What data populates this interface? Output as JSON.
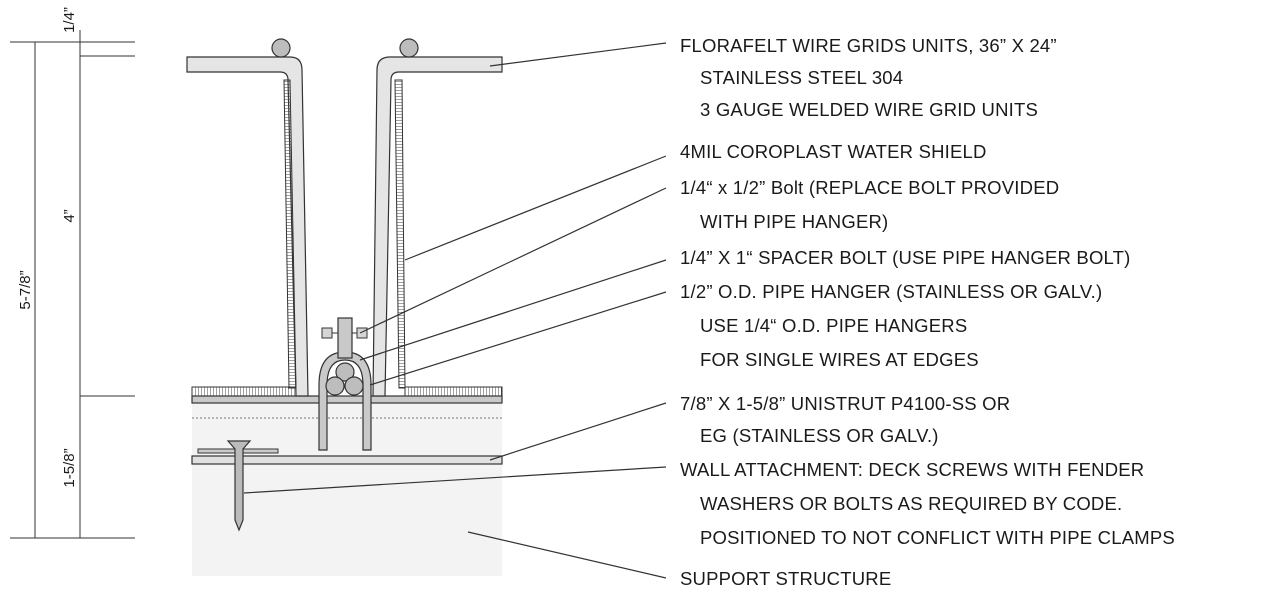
{
  "callouts": [
    "FLORAFELT WIRE GRIDS UNITS, 36” X 24”",
    "STAINLESS STEEL 304",
    "3 GAUGE WELDED WIRE GRID UNITS",
    "4MIL COROPLAST WATER SHIELD",
    "1/4“ x 1/2” Bolt (REPLACE BOLT PROVIDED",
    "WITH PIPE HANGER)",
    "1/4” X 1“ SPACER BOLT (USE PIPE HANGER BOLT)",
    "1/2” O.D. PIPE HANGER (STAINLESS OR GALV.)",
    "USE 1/4“ O.D. PIPE HANGERS",
    "FOR SINGLE WIRES AT EDGES",
    "7/8” X 1-5/8” UNISTRUT P4100-SS OR",
    "EG (STAINLESS OR GALV.)",
    "WALL ATTACHMENT: DECK SCREWS WITH FENDER",
    "WASHERS OR BOLTS AS REQUIRED BY CODE.",
    "POSITIONED TO NOT CONFLICT WITH PIPE CLAMPS",
    "SUPPORT STRUCTURE"
  ],
  "dimensions": {
    "top": "1/4”",
    "total": "5-7/8”",
    "middle": "4”",
    "bottom": "1-5/8”"
  },
  "colors": {
    "line": "#333333",
    "panel_fill": "#e4e5e4",
    "structure_fill": "#f2f3f2"
  }
}
